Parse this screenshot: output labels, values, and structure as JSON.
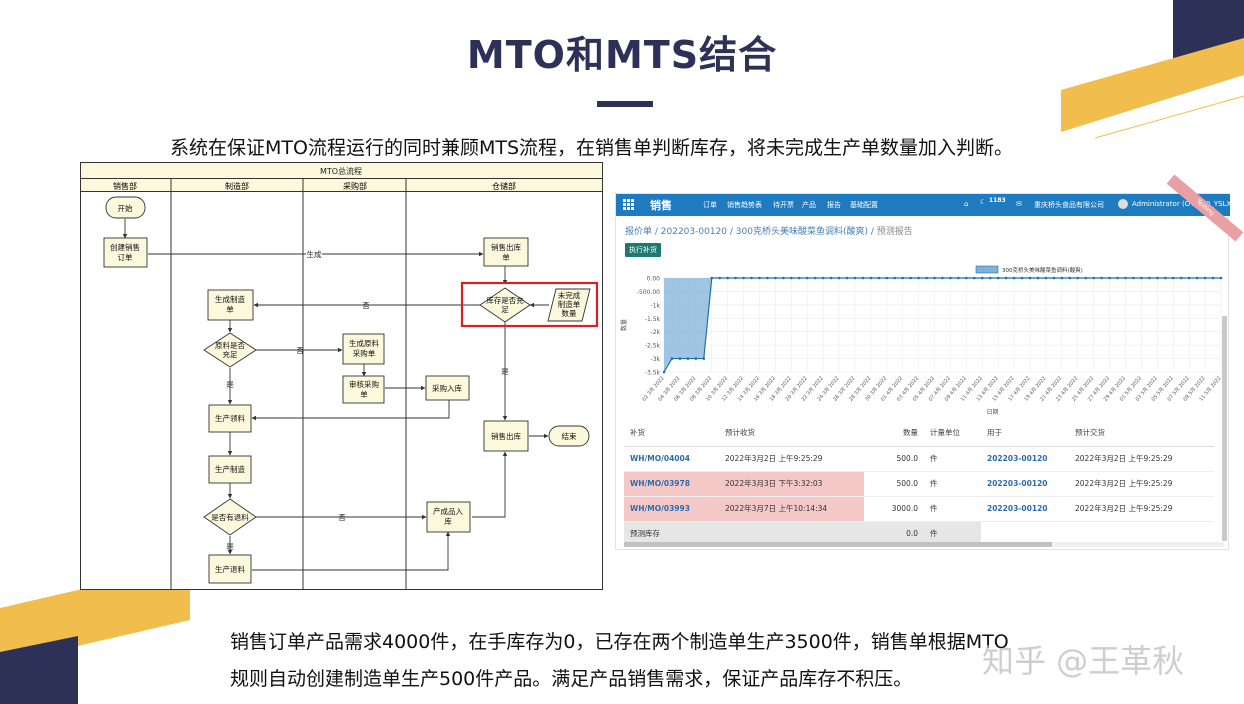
{
  "slide": {
    "title": "MTO和MTS结合",
    "subtitle": "系统在保证MTO流程运行的同时兼顾MTS流程，在销售单判断库存，将未完成生产单数量加入判断。",
    "paragraph_line1": "销售订单产品需求4000件，在手库存为0，已存在两个制造单生产3500件，销售单根据MTO",
    "paragraph_line2": "规则自动创建制造单生产500件产品。满足产品销售需求，保证产品库存不积压。",
    "watermark": "知乎 @王革秋",
    "colors": {
      "navy": "#2d3158",
      "gold": "#f1bd4c",
      "highlight_red": "#d9201f"
    }
  },
  "flowchart": {
    "title": "MTO总流程",
    "lanes": [
      "销售部",
      "制造部",
      "采购部",
      "仓储部"
    ],
    "nodes": {
      "start": "开始",
      "create_sales_order": "创建销售订单",
      "sales_delivery_order": "销售出库单",
      "stock_sufficient": "库存是否充足",
      "unfinished_mo_qty": "未完成制造单数量",
      "create_mo": "生成制造单",
      "material_sufficient": "原料是否充足",
      "create_purchase_order": "生成原料采购单",
      "approve_purchase": "审核采购单",
      "purchase_receipt": "采购入库",
      "production_picking": "生产领料",
      "production": "生产制造",
      "has_return": "是否有退料",
      "finished_receipt": "产成品入库",
      "production_return": "生产退料",
      "sales_outbound": "销售出库",
      "end": "结束"
    },
    "edge_labels": {
      "generate": "生成",
      "no": "否",
      "yes": "是"
    }
  },
  "odoo": {
    "app_name": "销售",
    "menu": [
      "订单",
      "销售趋势表",
      "待开票",
      "产品",
      "报告",
      "基础配置"
    ],
    "notifications": "1183",
    "company": "重庆桥头食品有限公司",
    "user": "Administrator (OT_2_0_YSLX)",
    "ribbon": "Testing",
    "breadcrumb": {
      "parts": [
        "报价单",
        "202203-00120",
        "300克桥头美味酸菜鱼调料(酸爽)"
      ],
      "current": "预测报告",
      "separator": " / "
    },
    "refill_button": "执行补货",
    "table": {
      "headers": [
        "补货",
        "预计收货",
        "数量",
        "计量单位",
        "用于",
        "预计交货"
      ],
      "rows": [
        {
          "ref": "WH/MO/04004",
          "receipt": "2022年3月2日 上午9:25:29",
          "qty": "500.0",
          "uom": "件",
          "for": "202203-00120",
          "delivery": "2022年3月2日 上午9:25:29",
          "highlight": false
        },
        {
          "ref": "WH/MO/03978",
          "receipt": "2022年3月3日 下午3:32:03",
          "qty": "500.0",
          "uom": "件",
          "for": "202203-00120",
          "delivery": "2022年3月2日 上午9:25:29",
          "highlight": true
        },
        {
          "ref": "WH/MO/03993",
          "receipt": "2022年3月7日 上午10:14:34",
          "qty": "3000.0",
          "uom": "件",
          "for": "202203-00120",
          "delivery": "2022年3月2日 上午9:25:29",
          "highlight": true
        }
      ],
      "footer": {
        "label": "预测库存",
        "qty": "0.0",
        "uom": "件"
      }
    }
  },
  "chart_data": {
    "type": "line",
    "title": "",
    "xlabel": "日期",
    "ylabel": "数量",
    "ylim": [
      -3500,
      0
    ],
    "yticks": [
      "0.00",
      "-500.00",
      "-1k",
      "-1.5k",
      "-2k",
      "-2.5k",
      "-3k",
      "-3.5k"
    ],
    "grid": true,
    "legend_position": "top",
    "series": [
      {
        "name": "300克桥头美味酸菜鱼调料(酸爽)",
        "color": "#1f6fa8",
        "fill": "#7fb1d8",
        "x": [
          "02 3月 2022",
          "03 3月 2022",
          "04 3月 2022",
          "05 3月 2022",
          "06 3月 2022",
          "07 3月 2022",
          "08 3月 2022",
          "09 3月 2022",
          "10 3月 2022",
          "11 3月 2022",
          "12 3月 2022",
          "13 3月 2022",
          "14 3月 2022",
          "15 3月 2022",
          "16 3月 2022",
          "17 3月 2022",
          "18 3月 2022",
          "19 3月 2022",
          "20 3月 2022",
          "21 3月 2022",
          "22 3月 2022",
          "23 3月 2022",
          "24 3月 2022",
          "25 3月 2022",
          "26 3月 2022",
          "27 3月 2022",
          "28 3月 2022",
          "29 3月 2022",
          "30 3月 2022",
          "31 3月 2022",
          "01 4月 2022",
          "02 4月 2022",
          "03 4月 2022",
          "04 4月 2022",
          "05 4月 2022",
          "06 4月 2022",
          "07 4月 2022",
          "08 4月 2022",
          "09 4月 2022",
          "10 4月 2022",
          "11 4月 2022",
          "12 4月 2022",
          "13 4月 2022",
          "14 4月 2022",
          "15 4月 2022",
          "16 4月 2022",
          "17 4月 2022",
          "18 4月 2022",
          "19 4月 2022",
          "20 4月 2022",
          "21 4月 2022",
          "22 4月 2022",
          "23 4月 2022",
          "24 4月 2022",
          "25 4月 2022",
          "26 4月 2022",
          "27 4月 2022",
          "28 4月 2022",
          "29 4月 2022",
          "30 4月 2022",
          "01 5月 2022",
          "02 5月 2022",
          "03 5月 2022",
          "04 5月 2022",
          "05 5月 2022",
          "06 5月 2022",
          "07 5月 2022",
          "08 5月 2022",
          "09 5月 2022",
          "10 5月 2022",
          "11 5月 2022"
        ],
        "values": [
          -3500,
          -3000,
          -3000,
          -3000,
          -3000,
          -3000,
          0,
          0,
          0,
          0,
          0,
          0,
          0,
          0,
          0,
          0,
          0,
          0,
          0,
          0,
          0,
          0,
          0,
          0,
          0,
          0,
          0,
          0,
          0,
          0,
          0,
          0,
          0,
          0,
          0,
          0,
          0,
          0,
          0,
          0,
          0,
          0,
          0,
          0,
          0,
          0,
          0,
          0,
          0,
          0,
          0,
          0,
          0,
          0,
          0,
          0,
          0,
          0,
          0,
          0,
          0,
          0,
          0,
          0,
          0,
          0,
          0,
          0,
          0,
          0,
          0
        ]
      }
    ],
    "xtick_labels": [
      "02 3月 2022",
      "04 3月 2022",
      "06 3月 2022",
      "08 3月 2022",
      "10 3月 2022",
      "12 3月 2022",
      "14 3月 2022",
      "16 3月 2022",
      "18 3月 2022",
      "20 3月 2022",
      "22 3月 2022",
      "24 3月 2022",
      "26 3月 2022",
      "28 3月 2022",
      "30 3月 2022",
      "01 4月 2022",
      "03 4月 2022",
      "05 4月 2022",
      "07 4月 2022",
      "09 4月 2022",
      "11 4月 2022",
      "13 4月 2022",
      "15 4月 2022",
      "17 4月 2022",
      "19 4月 2022",
      "21 4月 2022",
      "23 4月 2022",
      "25 4月 2022",
      "27 4月 2022",
      "29 4月 2022",
      "01 5月 2022",
      "03 5月 2022",
      "05 5月 2022",
      "07 5月 2022",
      "09 5月 2022",
      "11 5月 2022"
    ]
  }
}
